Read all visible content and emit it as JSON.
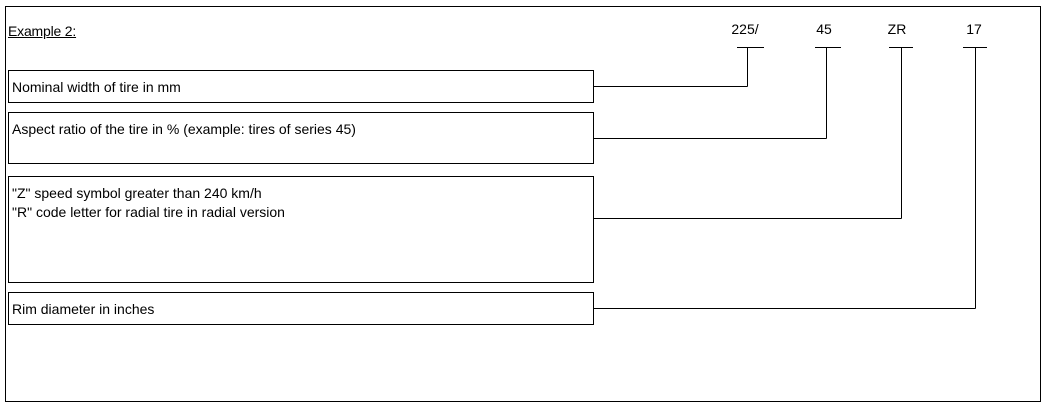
{
  "title": "Example 2:",
  "codes": [
    "225/",
    "45",
    "ZR",
    "17"
  ],
  "boxes": [
    {
      "lines": [
        "Nominal width of tire in mm"
      ]
    },
    {
      "lines": [
        "Aspect ratio of the tire in % (example: tires of series 45)"
      ]
    },
    {
      "lines": [
        "\"Z\" speed symbol greater than 240 km/h",
        "\"R\" code letter for radial tire in radial version"
      ]
    },
    {
      "lines": [
        "Rim diameter in inches"
      ]
    }
  ]
}
